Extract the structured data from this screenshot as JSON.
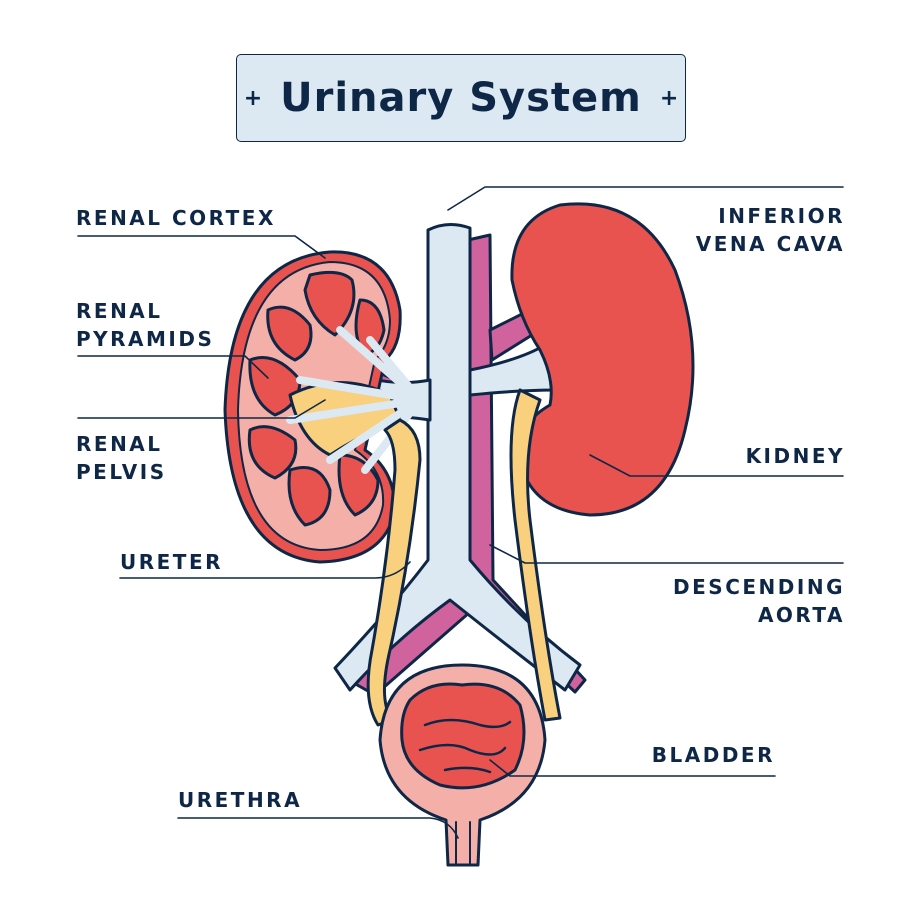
{
  "title": {
    "text": "Urinary System",
    "left_ornament": "+",
    "right_ornament": "+"
  },
  "labels": {
    "renal_cortex": "RENAL CORTEX",
    "renal_pyramids": "RENAL\nPYRAMIDS",
    "renal_pelvis": "RENAL\nPELVIS",
    "ureter": "URETER",
    "urethra": "URETHRA",
    "inferior_vena_cava": "INFERIOR\nVENA CAVA",
    "kidney": "KIDNEY",
    "descending_aorta": "DESCENDING\nAORTA",
    "bladder": "BLADDER"
  },
  "colors": {
    "navy": "#0f2747",
    "vein": "#dce8f2",
    "kidney": "#e8534f",
    "cortex": "#f4b0a8",
    "aorta": "#d0629e",
    "ureter": "#f8d07e"
  }
}
